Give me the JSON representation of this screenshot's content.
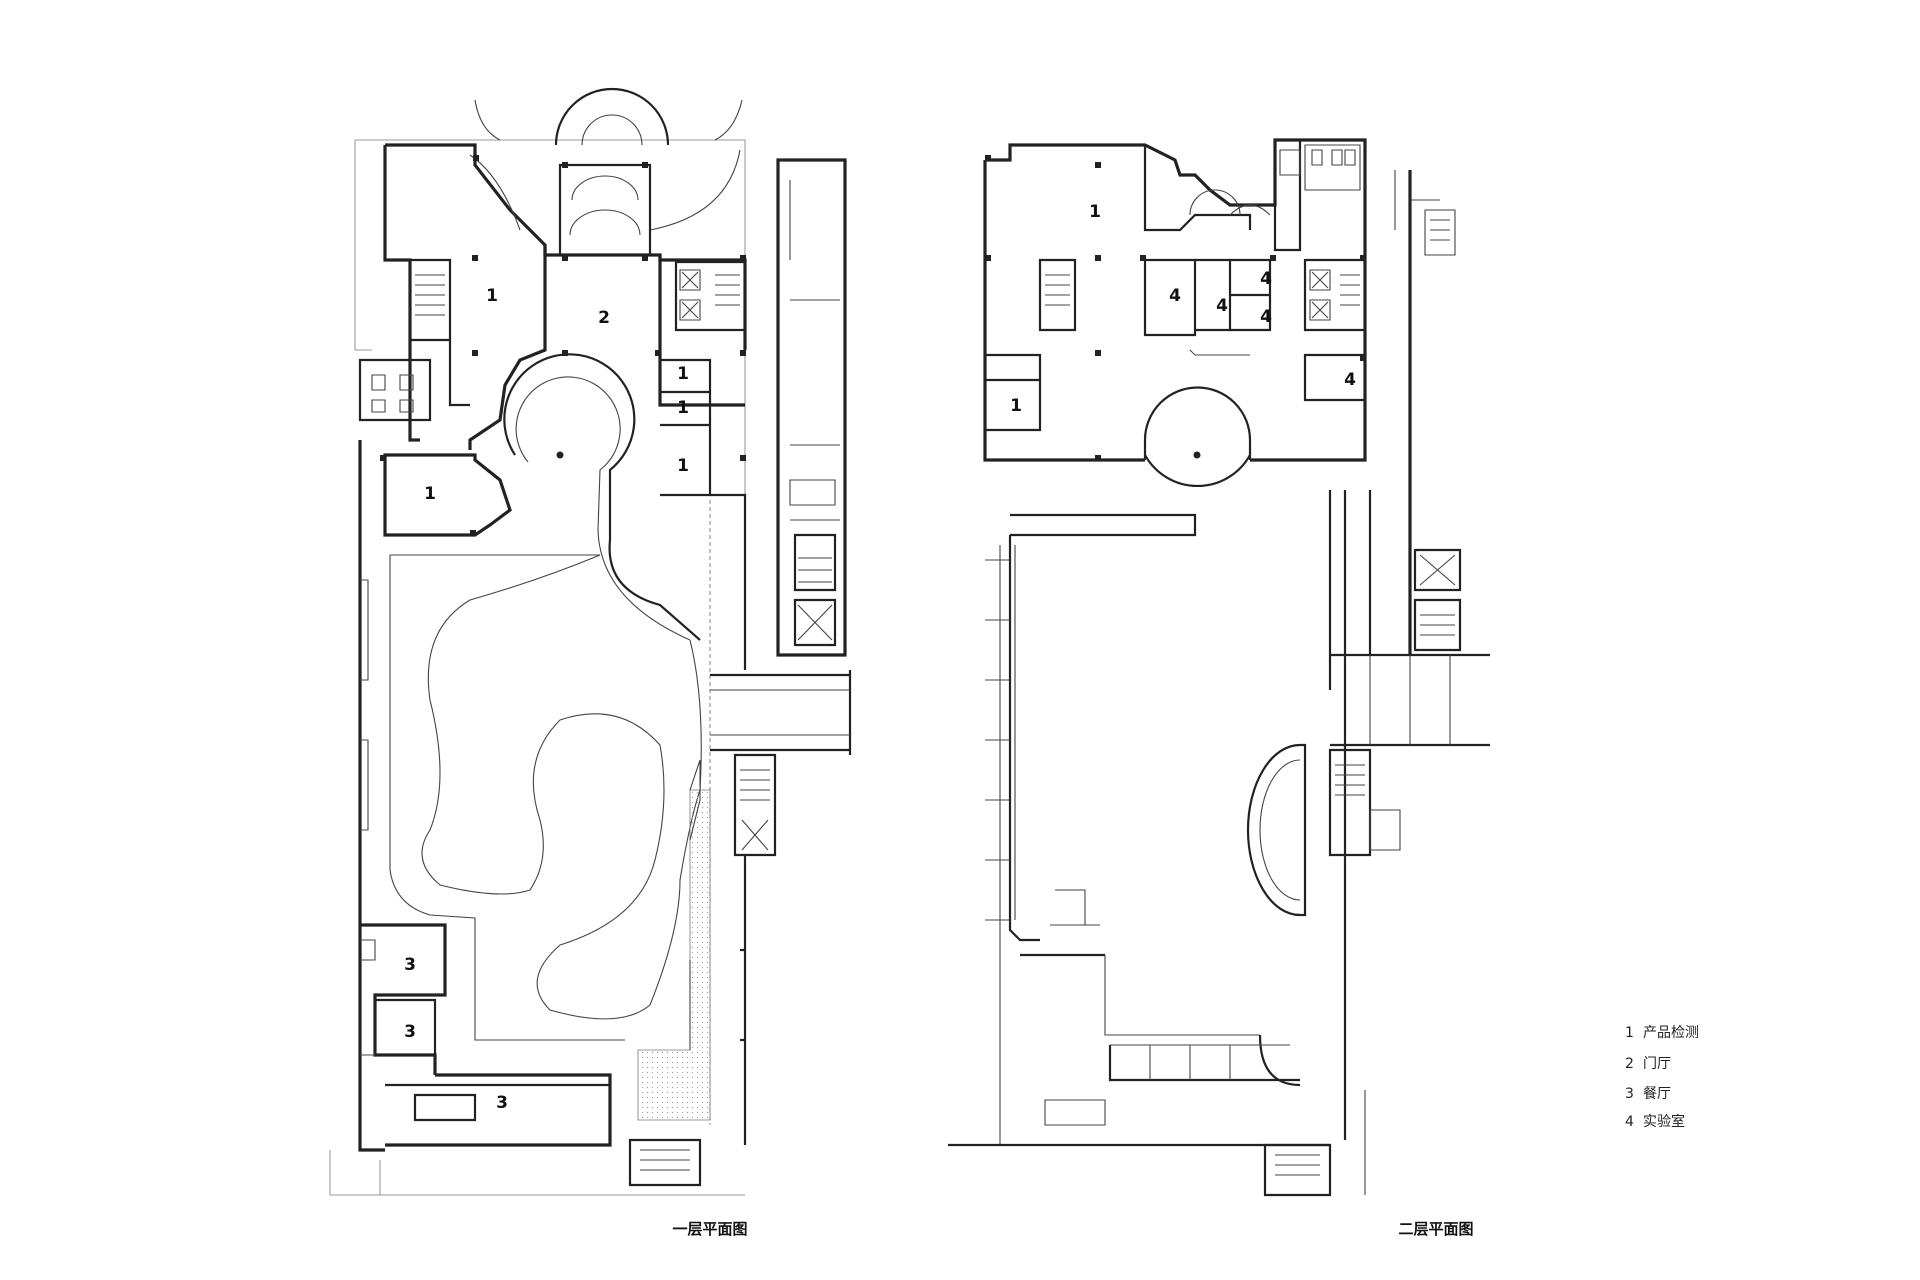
{
  "plans": [
    {
      "title": "一层平面图",
      "room_labels": [
        "1",
        "2",
        "1",
        "1",
        "1",
        "1",
        "3",
        "3",
        "3"
      ]
    },
    {
      "title": "二层平面图",
      "room_labels": [
        "1",
        "1",
        "4",
        "4",
        "4",
        "4",
        "4"
      ]
    }
  ],
  "legend": [
    {
      "num": "1",
      "text": "产品检测"
    },
    {
      "num": "2",
      "text": "门厅"
    },
    {
      "num": "3",
      "text": "餐厅"
    },
    {
      "num": "4",
      "text": "实验室"
    }
  ]
}
